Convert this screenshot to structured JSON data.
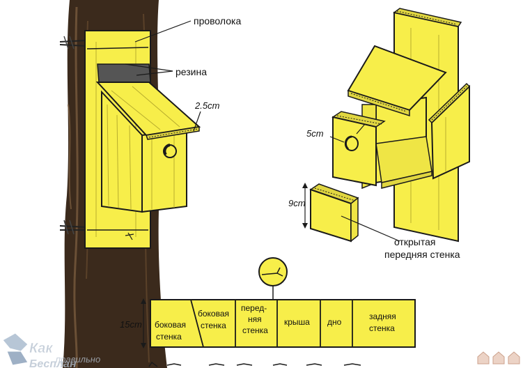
{
  "labels": {
    "wire": "проволока",
    "rubber": "резина",
    "roof_overhang": "2.5cm",
    "hole_diameter": "5cm",
    "front_height": "9cm",
    "open_front_line1": "открытая",
    "open_front_line2": "передняя стенка",
    "board_width": "15cm"
  },
  "board_segments": [
    {
      "line1": "боковая",
      "line2": "стенка"
    },
    {
      "line1": "боковая",
      "line2": "стенка"
    },
    {
      "line1": "перед-",
      "line2": "няя",
      "line3": "стенка"
    },
    {
      "line1": "крыша"
    },
    {
      "line1": "дно"
    },
    {
      "line1": "задняя",
      "line2": "стенка"
    }
  ],
  "watermark": {
    "line1": "Как",
    "line2": "правильно",
    "line3": "Бесплан"
  },
  "colors": {
    "wood": "#f7ee4a",
    "outline": "#1a1a1a",
    "bark": "#3b2a1c",
    "rubber": "#555555"
  }
}
